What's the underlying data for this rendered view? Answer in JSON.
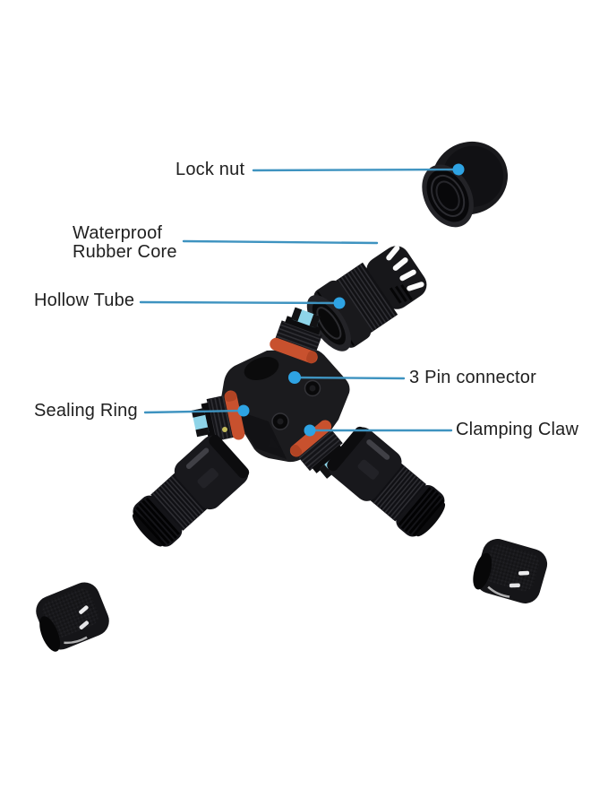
{
  "diagram": {
    "background": "#ffffff",
    "labels": {
      "lock_nut": "Lock nut",
      "waterproof_rubber_core": "Waterproof\nRubber Core",
      "hollow_tube": "Hollow Tube",
      "pin_connector": "3 Pin connector",
      "sealing_ring": "Sealing Ring",
      "clamping_claw": "Clamping Claw"
    },
    "colors": {
      "leader_line": "#3e93c0",
      "marker_dot": "#2ea3e3",
      "label_text": "#202020",
      "part_body_black": "#17171a",
      "sealing_ring_orange": "#c8512e",
      "clamping_claw_blue": "#8ed4e8"
    },
    "parts": [
      {
        "name": "lock-nut-part"
      },
      {
        "name": "hollow-tube-part"
      },
      {
        "name": "three-way-connector-body"
      },
      {
        "name": "compression-nut-left"
      },
      {
        "name": "compression-nut-right"
      },
      {
        "name": "end-cap-bottom-left"
      },
      {
        "name": "end-cap-bottom-right"
      }
    ]
  }
}
